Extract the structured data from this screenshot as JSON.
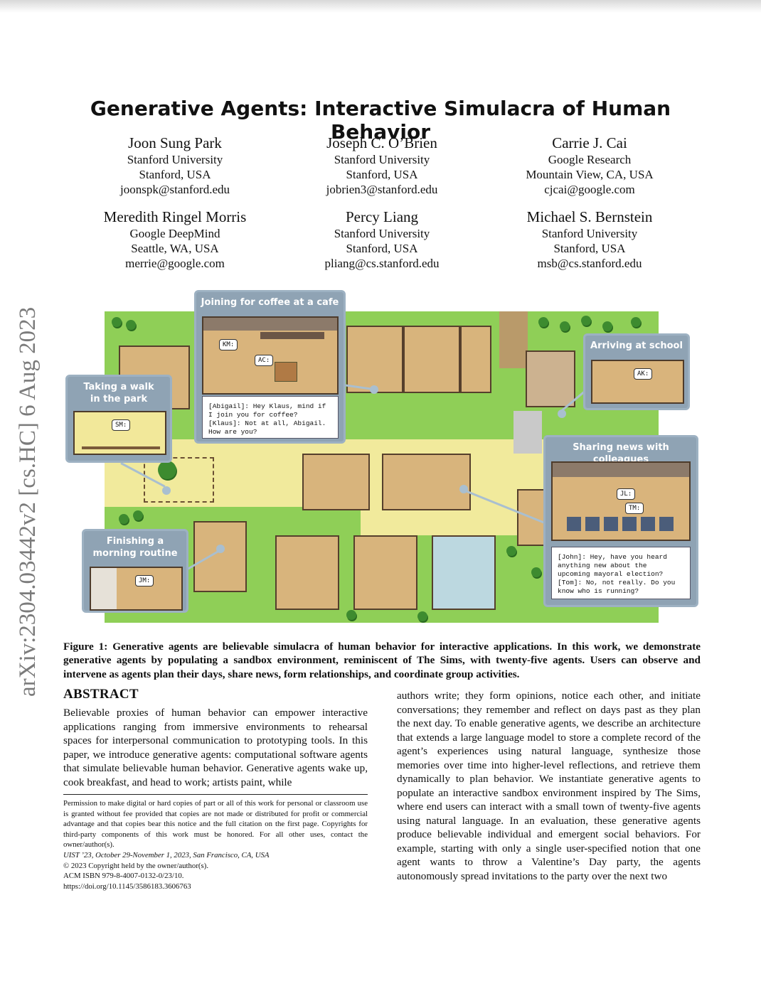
{
  "page": {
    "arxiv_stamp": "arXiv:2304.03442v2  [cs.HC]  6 Aug 2023",
    "title": "Generative Agents: Interactive Simulacra of Human Behavior"
  },
  "authors": [
    {
      "name": "Joon Sung Park",
      "affiliation": "Stanford University",
      "location": "Stanford, USA",
      "email": "joonspk@stanford.edu"
    },
    {
      "name": "Joseph C. O’Brien",
      "affiliation": "Stanford University",
      "location": "Stanford, USA",
      "email": "jobrien3@stanford.edu"
    },
    {
      "name": "Carrie J. Cai",
      "affiliation": "Google Research",
      "location": "Mountain View, CA, USA",
      "email": "cjcai@google.com"
    },
    {
      "name": "Meredith Ringel Morris",
      "affiliation": "Google DeepMind",
      "location": "Seattle, WA, USA",
      "email": "merrie@google.com"
    },
    {
      "name": "Percy Liang",
      "affiliation": "Stanford University",
      "location": "Stanford, USA",
      "email": "pliang@cs.stanford.edu"
    },
    {
      "name": "Michael S. Bernstein",
      "affiliation": "Stanford University",
      "location": "Stanford, USA",
      "email": "msb@cs.stanford.edu"
    }
  ],
  "figure": {
    "callouts": {
      "cafe": "Joining for coffee at a cafe",
      "park": "Taking a walk\nin the park",
      "school": "Arriving at school",
      "colleagues": "Sharing news with colleagues",
      "morning": "Finishing a\nmorning routine"
    },
    "bubbles": {
      "km": "KM:",
      "ac": "AC:",
      "sm": "SM:",
      "ak": "AK:",
      "jl": "JL:",
      "tm": "TM:",
      "jm": "JM:"
    },
    "dialogs": {
      "cafe": "[Abigail]: Hey Klaus, mind if\nI join you for coffee?\n[Klaus]: Not at all, Abigail.\nHow are you?",
      "colleagues": "[John]: Hey, have you heard\nanything new about the\nupcoming mayoral election?\n[Tom]: No, not really. Do you\nknow who is running?"
    }
  },
  "caption": "Figure 1: Generative agents are believable simulacra of human behavior for interactive applications. In this work, we demonstrate generative agents by populating a sandbox environment, reminiscent of The Sims, with twenty-five agents. Users can observe and intervene as agents plan their days, share news, form relationships, and coordinate group activities.",
  "abstract": {
    "heading": "ABSTRACT",
    "left_text": "Believable proxies of human behavior can empower interactive applications ranging from immersive environments to rehearsal spaces for interpersonal communication to prototyping tools. In this paper, we introduce generative agents: computational software agents that simulate believable human behavior. Generative agents wake up, cook breakfast, and head to work; artists paint, while",
    "right_text": "authors write; they form opinions, notice each other, and initiate conversations; they remember and reflect on days past as they plan the next day. To enable generative agents, we describe an architecture that extends a large language model to store a complete record of the agent’s experiences using natural language, synthesize those memories over time into higher-level reflections, and retrieve them dynamically to plan behavior. We instantiate generative agents to populate an interactive sandbox environment inspired by The Sims, where end users can interact with a small town of twenty-five agents using natural language. In an evaluation, these generative agents produce believable individual and emergent social behaviors. For example, starting with only a single user-specified notion that one agent wants to throw a Valentine’s Day party, the agents autonomously spread invitations to the party over the next two"
  },
  "footnote": {
    "permission": "Permission to make digital or hard copies of part or all of this work for personal or classroom use is granted without fee provided that copies are not made or distributed for profit or commercial advantage and that copies bear this notice and the full citation on the first page. Copyrights for third-party components of this work must be honored. For all other uses, contact the owner/author(s).",
    "venue": "UIST ’23, October 29-November 1, 2023, San Francisco, CA, USA",
    "copyright": "© 2023 Copyright held by the owner/author(s).",
    "isbn": "ACM ISBN 979-8-4007-0132-0/23/10.",
    "doi": "https://doi.org/10.1145/3586183.3606763"
  }
}
